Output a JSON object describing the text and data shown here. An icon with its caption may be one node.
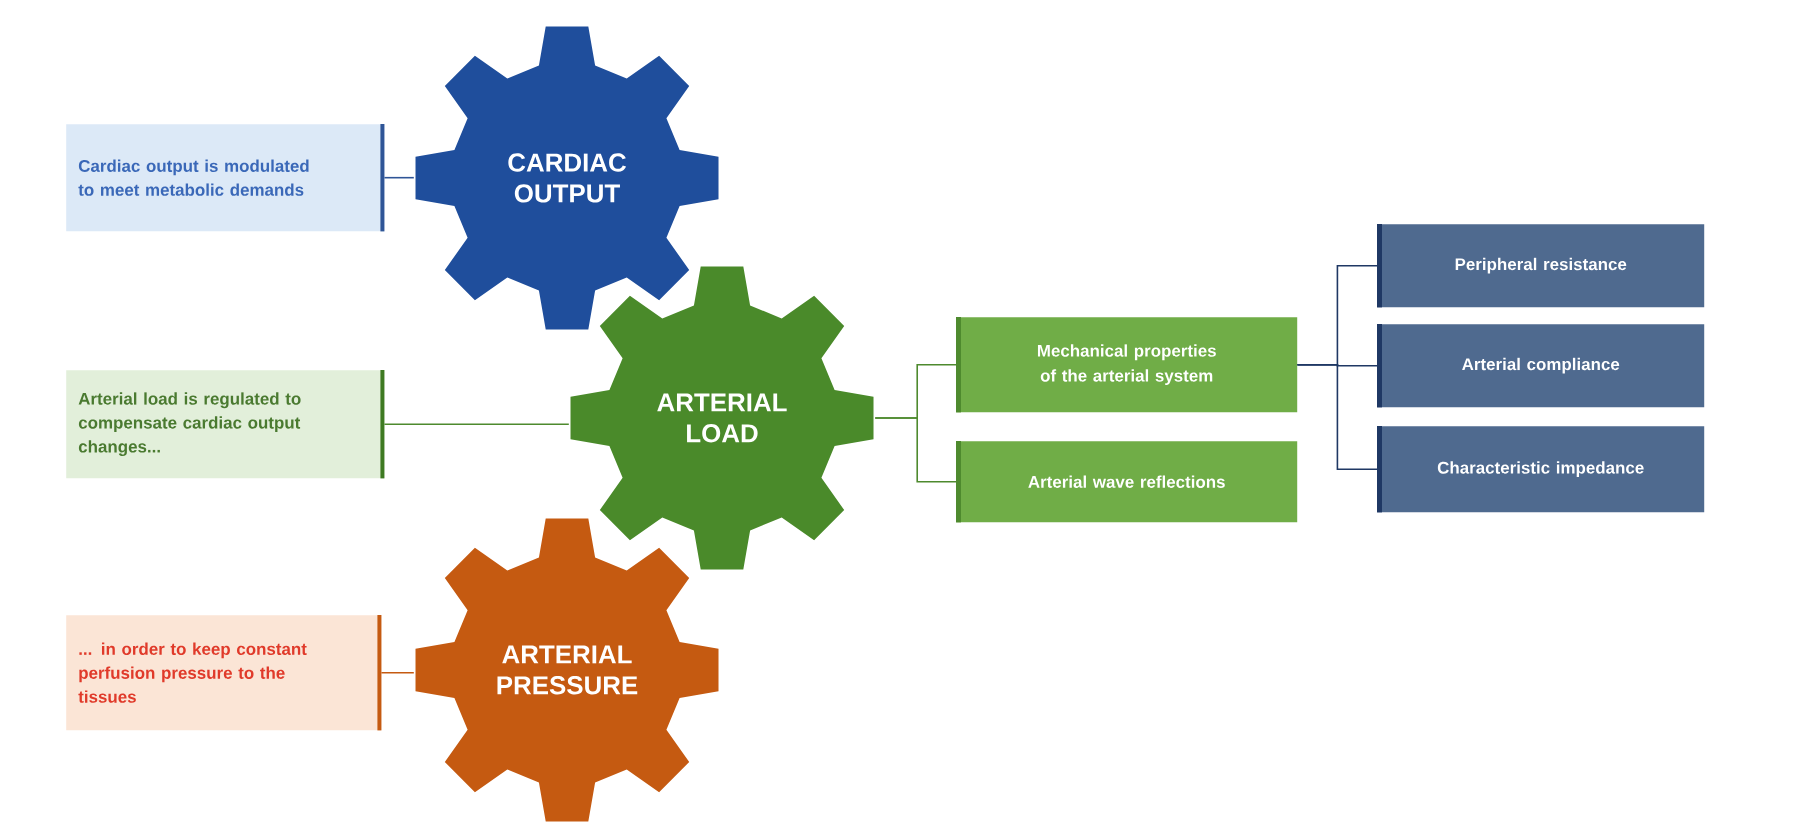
{
  "diagram": {
    "nodes": [
      {
        "text": [
          "Cardiac output is modulated to meet metabolic demands"
        ]
      },
      {
        "text": [
          "CARDIAC OUTPUT"
        ]
      },
      {
        "text": [
          "Arterial load is regulated to compensate cardiac output changes..."
        ]
      },
      {
        "text": [
          "ARTERIAL LOAD"
        ]
      },
      {
        "text": [
          "... in order to keep constant perfusion pressure to the tissues"
        ]
      },
      {
        "text": [
          "ARTERIAL PRESSURE"
        ]
      },
      {
        "text": [
          "Mechanical properties of the arterial system"
        ]
      },
      {
        "text": [
          "Arterial wave reflections"
        ]
      },
      {
        "text": [
          "Peripheral resistance"
        ]
      },
      {
        "text": [
          "Arterial compliance"
        ]
      },
      {
        "text": [
          "Characteristic impedance"
        ]
      }
    ],
    "edges": [
      {
        "from": 0,
        "to": 1,
        "arrow": "none",
        "color": "#2f5597"
      },
      {
        "from": 2,
        "to": 3,
        "arrow": "none"
      },
      {
        "from": 4,
        "to": 5,
        "arrow": "none",
        "color": "#c55a11"
      },
      {
        "from": 3,
        "to": 6,
        "arrow": "none"
      },
      {
        "from": 3,
        "to": 7,
        "arrow": "none"
      },
      {
        "from": 6,
        "to": 8,
        "arrow": "none",
        "color": "#1f3864"
      },
      {
        "from": 6,
        "to": 9,
        "arrow": "none",
        "color": "#1f3864"
      },
      {
        "from": 6,
        "to": 10,
        "arrow": "none",
        "color": "#1f3864"
      }
    ]
  }
}
